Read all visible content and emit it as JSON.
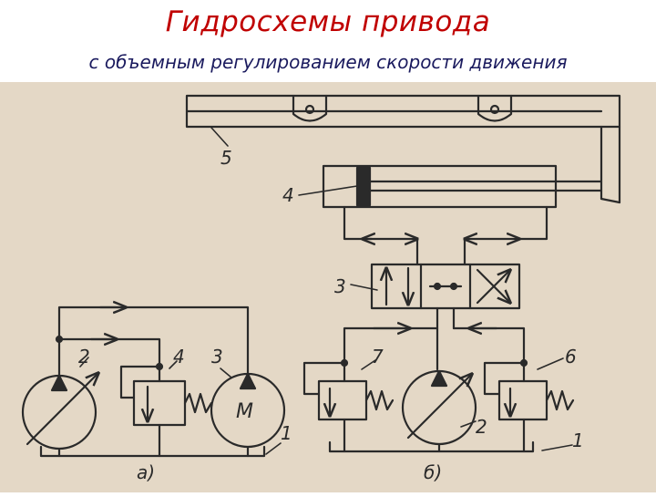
{
  "slide": {
    "title": "Гидросхемы привода",
    "subtitle": "с объемным регулированием скорости движения"
  },
  "diagram": {
    "labels": {
      "frame_5": "5",
      "cylinder_4": "4",
      "valve_3": "3",
      "a_pump_2": "2",
      "a_valve_4": "4",
      "a_motor_3": "3",
      "a_motor_symbol": "M",
      "a_tank_1": "1",
      "b_valve_7": "7",
      "b_valve_6": "6",
      "b_pump_2": "2",
      "b_tank_1": "1"
    },
    "captions": {
      "a": "а)",
      "b": "б)"
    },
    "colors": {
      "background": "#e4d8c6",
      "line": "#2a2a2a",
      "title": "#c00000",
      "subtitle": "#1a1a5e"
    }
  }
}
